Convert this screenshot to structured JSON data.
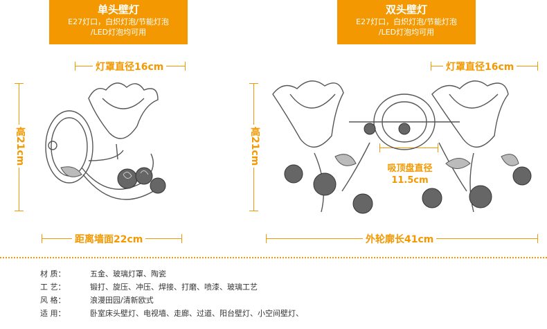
{
  "single": {
    "title": "单头壁灯",
    "desc1": "E27灯口，白炽灯泡/节能灯泡",
    "desc2": "/LED灯泡均可用",
    "shade_diameter": "灯罩直径16cm",
    "height": "高21cm",
    "wall_distance": "距离墙面22cm"
  },
  "double": {
    "title": "双头壁灯",
    "desc1": "E27灯口，白炽灯泡/节能灯泡",
    "desc2": "/LED灯泡均可用",
    "shade_diameter": "灯罩直径16cm",
    "height": "高21cm",
    "mount_plate_1": "吸顶盘直径",
    "mount_plate_2": "11.5cm",
    "outline_length": "外轮廓长41cm"
  },
  "specs": [
    {
      "label": "材  质：",
      "value": "五金、玻璃灯罩、陶瓷"
    },
    {
      "label": "工  艺：",
      "value": "锻打、旋压、冲压、焊接、打磨、喷漆、玻璃工艺"
    },
    {
      "label": "风  格：",
      "value": "浪漫田园/清新欧式"
    },
    {
      "label": "适  用：",
      "value": "卧室床头壁灯、电视墙、走廊、过道、阳台壁灯、小空间壁灯、"
    }
  ],
  "colors": {
    "accent": "#f39800",
    "text": "#333333",
    "sketch": "#555555"
  }
}
